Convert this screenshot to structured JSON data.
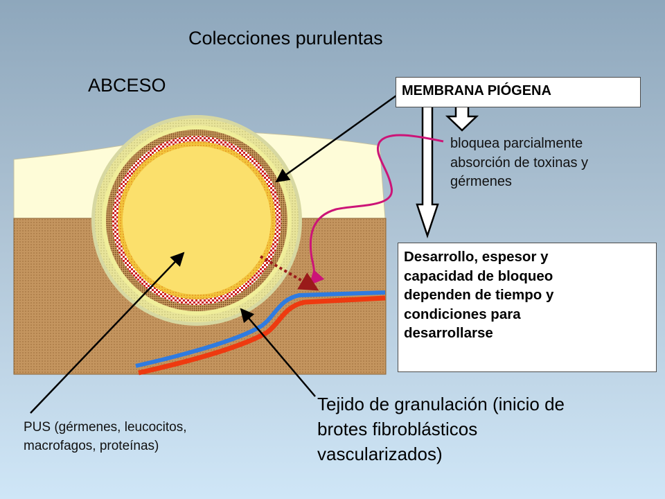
{
  "title": "Colecciones purulentas",
  "heading": "ABCESO",
  "membrana_label": "MEMBRANA PIÓGENA",
  "bloquea_lines": [
    "bloquea parcialmente",
    "absorción de toxinas y",
    "gérmenes"
  ],
  "desarrollo_lines": [
    "Desarrollo, espesor y",
    "capacidad de bloqueo",
    "dependen de tiempo y",
    "condiciones para",
    "desarrollarse"
  ],
  "tejido_lines": [
    "Tejido de granulación (inicio de",
    "brotes fibroblásticos",
    "vascularizados)"
  ],
  "pus_lines": [
    "PUS (gérmenes, leucocitos,",
    "macrofagos, proteínas)"
  ],
  "colors": {
    "background_top": "#8ea7bc",
    "background_bottom": "#cfe6f7",
    "skin": "#fefcd8",
    "tissue": "#c4955f",
    "pus": "#fbe06c",
    "capsule": "#e8e49a",
    "pyogenic_membrane": "#cc2020",
    "vessel_blue": "#2f7be0",
    "vessel_red": "#ee3a10",
    "curve_magenta": "#cc1477",
    "dotted_arrow": "#9a1a1a"
  }
}
